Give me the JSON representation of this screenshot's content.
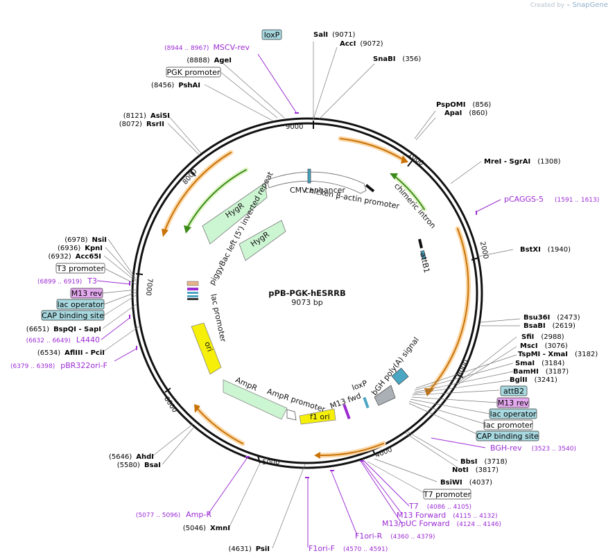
{
  "watermark": {
    "prefix": "Created by",
    "brand": "SnapGene"
  },
  "plasmid": {
    "name": "pPB-PGK-hESRRB",
    "size_label": "9073 bp"
  },
  "ticks": [
    "1000",
    "2000",
    "3000",
    "4000",
    "5000",
    "6000",
    "7000",
    "8000",
    "9000"
  ],
  "enzymes_right": [
    {
      "name": "SnaBI",
      "pos": "(356)"
    },
    {
      "name": "PspOMI",
      "pos": "(856)"
    },
    {
      "name": "ApaI",
      "pos": "(860)"
    },
    {
      "name": "MreI",
      "sep": " - ",
      "name2": "SgrAI",
      "pos": "(1308)"
    },
    {
      "name": "BstXI",
      "pos": "(1940)"
    },
    {
      "name": "Bsu36I",
      "pos": "(2473)"
    },
    {
      "name": "BsaBI",
      "pos": "(2619)"
    },
    {
      "name": "SfiI",
      "pos": "(2988)"
    },
    {
      "name": "MscI",
      "pos": "(3076)"
    },
    {
      "name": "TspMI",
      "sep": " - ",
      "name2": "XmaI",
      "pos": "(3182)"
    },
    {
      "name": "SmaI",
      "pos": "(3184)"
    },
    {
      "name": "BamHI",
      "pos": "(3187)"
    },
    {
      "name": "BglII",
      "pos": "(3241)"
    },
    {
      "name": "BbsI",
      "pos": "(3718)"
    },
    {
      "name": "NotI",
      "pos": "(3817)"
    },
    {
      "name": "BsiWI",
      "pos": "(4037)"
    }
  ],
  "enzymes_top": [
    {
      "name": "SalI",
      "pos": "(9071)"
    },
    {
      "name": "AccI",
      "pos": "(9072)"
    }
  ],
  "enzymes_left": [
    {
      "pos": "(8888)",
      "name": "AgeI"
    },
    {
      "pos": "(8456)",
      "name": "PshAI"
    },
    {
      "pos": "(8121)",
      "name": "AsiSI"
    },
    {
      "pos": "(8072)",
      "name": "RsrII"
    },
    {
      "pos": "(6978)",
      "name": "NsiI"
    },
    {
      "pos": "(6936)",
      "name": "KpnI"
    },
    {
      "pos": "(6932)",
      "name": "Acc65I"
    },
    {
      "pos": "(6651)",
      "name": "BspQI",
      "sep": " - ",
      "name2": "SapI"
    },
    {
      "pos": "(6534)",
      "name": "AflIII",
      "sep": " - ",
      "name2": "PciI"
    }
  ],
  "enzymes_bottom": [
    {
      "pos": "(5646)",
      "name": "AhdI"
    },
    {
      "pos": "(5580)",
      "name": "BsaI"
    },
    {
      "pos": "(5046)",
      "name": "XmnI"
    },
    {
      "pos": "(4631)",
      "name": "PsiI"
    }
  ],
  "primers": [
    {
      "name": "MSCV-rev",
      "range": "(8944 .. 8967)"
    },
    {
      "name": "pCAGGS-5",
      "range": "(1591 .. 1613)"
    },
    {
      "name": "T3",
      "range": "(6899 .. 6919)"
    },
    {
      "name": "L4440",
      "range": "(6632 .. 6649)"
    },
    {
      "name": "pBR322ori-F",
      "range": "(6379 .. 6398)"
    },
    {
      "name": "BGH-rev",
      "range": "(3523 .. 3540)"
    },
    {
      "name": "T7",
      "range": "(4086 .. 4105)"
    },
    {
      "name": "M13 Forward",
      "range": "(4115 .. 4132)"
    },
    {
      "name": "M13/pUC Forward",
      "range": "(4124 .. 4146)"
    },
    {
      "name": "F1ori-R",
      "range": "(4360 .. 4379)"
    },
    {
      "name": "F1ori-F",
      "range": "(4570 .. 4591)"
    },
    {
      "name": "Amp-R",
      "range": "(5077 .. 5096)"
    }
  ],
  "boxed_labels": {
    "loxP_top": "loxP",
    "pgk_promoter": "PGK promoter",
    "t3_promoter": "T3 promoter",
    "m13_rev_left": "M13 rev",
    "lac_operator_left": "lac operator",
    "cap_site_left": "CAP binding site",
    "attb2": "attB2",
    "m13_rev_right": "M13 rev",
    "lac_operator_right": "lac operator",
    "lac_promoter_right": "lac promoter",
    "cap_site_right": "CAP binding site",
    "t7_promoter": "T7 promoter"
  },
  "inner_labels": {
    "cmv_enhancer": "CMV enhancer",
    "chicken_promoter": "chicken β-actin promoter",
    "chimeric_intron": "chimeric intron",
    "attb1": "attB1",
    "piggybac": "piggyBac left (5') inverted repeat",
    "hygr_outer": "HygR",
    "hygr_inner": "HygR",
    "lac_promoter": "lac promoter",
    "ori": "ori",
    "ampr": "AmpR",
    "ampr_promoter": "AmpR promoter",
    "f1_ori": "f1 ori",
    "m13_fwd": "M13 fwd",
    "loxp_inner": "loxP",
    "bgh": "bGH poly(A) signal"
  },
  "colors": {
    "orf_fill": "#fff3e6",
    "orf_stroke": "#e88b0e",
    "hyg_fill": "#edfae0",
    "hyg_stroke": "#3c8b19",
    "marker_fill": "#ccf5d2",
    "ori_fill": "#f5ef0a",
    "primer": "#9b2bd3",
    "tag_blue": "#a7d8df",
    "tag_pink": "#e5a9f0"
  }
}
